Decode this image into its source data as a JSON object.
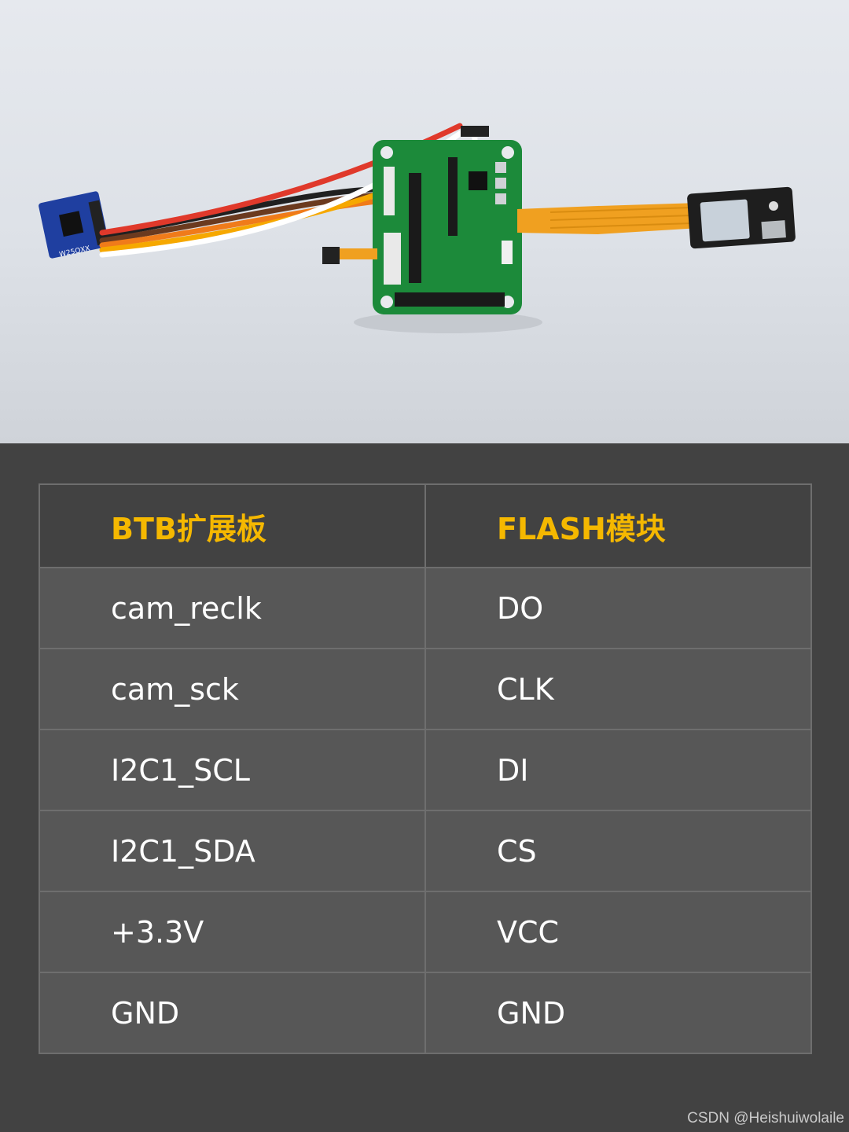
{
  "photo": {
    "chip_label": "W25QXX",
    "wire_colors": [
      "#e0392b",
      "#ffffff",
      "#f6a800",
      "#f07b1a",
      "#6b3a1f",
      "#202020"
    ],
    "pcb_color": "#1c8a3a",
    "flex_color": "#f0a020",
    "module_color": "#1f3fa0"
  },
  "table": {
    "headers": [
      "BTB扩展板",
      "FLASH模块"
    ],
    "rows": [
      [
        "cam_reclk",
        "DO"
      ],
      [
        "cam_sck",
        "CLK"
      ],
      [
        "I2C1_SCL",
        "DI"
      ],
      [
        "I2C1_SDA",
        "CS"
      ],
      [
        "+3.3V",
        "VCC"
      ],
      [
        "GND",
        "GND"
      ]
    ],
    "header_color": "#f5b800"
  },
  "watermark": "CSDN @Heishuiwolaile"
}
